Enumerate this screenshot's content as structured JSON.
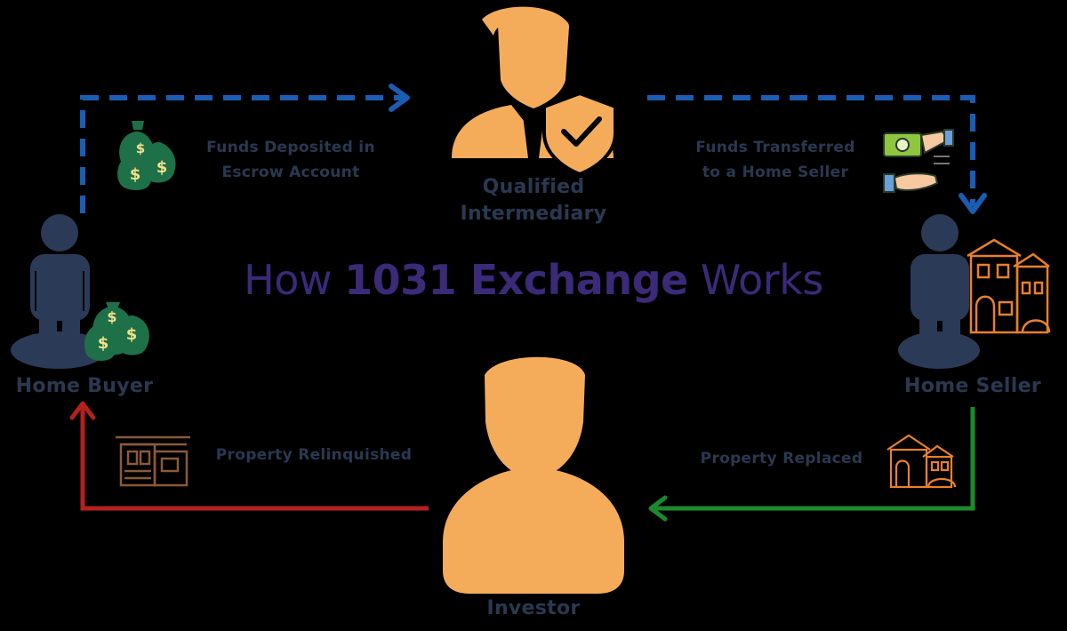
{
  "title": {
    "prefix": "How",
    "bold": "1031 Exchange",
    "suffix": "Works"
  },
  "roles": {
    "intermediary": [
      "Qualified",
      "Intermediary"
    ],
    "buyer": "Home Buyer",
    "seller": "Home Seller",
    "investor": "Investor"
  },
  "steps": {
    "deposit": [
      "Funds Deposited in",
      "Escrow Account"
    ],
    "transfer": [
      "Funds Transferred",
      "to a Home Seller"
    ],
    "replaced": "Property Replaced",
    "relinquished": "Property Relinquished"
  },
  "colors": {
    "background": "#000000",
    "person_dark": "#2b3a56",
    "person_orange": "#f4ac5a",
    "money_green": "#1e7048",
    "dollar_yellow": "#f2e08a",
    "arrow_blue": "#1a5db2",
    "arrow_green": "#1b8a2c",
    "arrow_red": "#b4201f",
    "house_orange": "#e8802a",
    "house_brown": "#8a5a3a",
    "title_purple": "#3a2a78"
  },
  "icons": [
    "money-bags-icon",
    "cash-handoff-icon",
    "shield-check-icon",
    "house-icon",
    "person-icon"
  ]
}
